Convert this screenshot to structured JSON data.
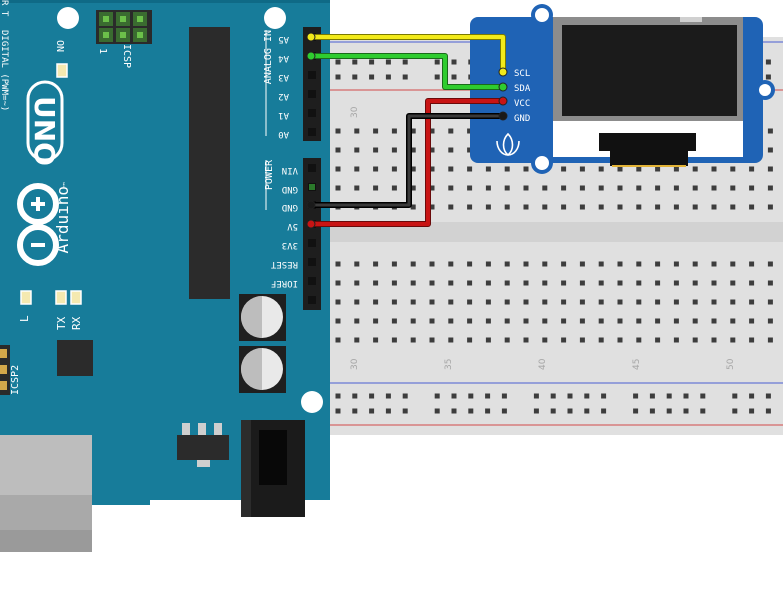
{
  "board": {
    "logo_text": "UNO",
    "brand": "Arduino",
    "trademark": "™",
    "digital_label": "DIGITAL (PWM=~)",
    "on_label": "ON",
    "icsp_label": "ICSP",
    "icsp_pin1": "1",
    "icsp2_label": "ICSP2",
    "led_l": "L",
    "led_tx": "TX",
    "led_rx": "RX",
    "analog_in_label": "ANALOG IN",
    "power_label": "POWER",
    "analog_pins": [
      "A5",
      "A4",
      "A3",
      "A2",
      "A1",
      "A0"
    ],
    "power_pins": [
      "VIN",
      "GND",
      "GND",
      "5V",
      "3V3",
      "RESET",
      "IOREF"
    ],
    "colors": {
      "pcb": "#177c9a",
      "pcb_edge": "#0f6a86",
      "text": "#ffffff"
    }
  },
  "oled": {
    "pins": [
      "SCL",
      "SDA",
      "VCC",
      "GND"
    ],
    "logo_icon": "seeed-leaf-icon",
    "colors": {
      "pcb": "#1f63b5",
      "screen": "#1b1b1b"
    }
  },
  "breadboard": {
    "column_numbers": [
      "30",
      "35",
      "40",
      "45",
      "50"
    ],
    "colors": {
      "body": "#dedede",
      "rail_red": "#d24a4a",
      "rail_blue": "#4a5ed2"
    }
  },
  "wires": [
    {
      "from": "A5",
      "to": "SCL",
      "color": "#f2ea1a"
    },
    {
      "from": "A4",
      "to": "SDA",
      "color": "#2fcc2f"
    },
    {
      "from": "5V",
      "to": "VCC",
      "color": "#c81414"
    },
    {
      "from": "GND",
      "to": "GND",
      "color": "#1a1a1a"
    }
  ]
}
